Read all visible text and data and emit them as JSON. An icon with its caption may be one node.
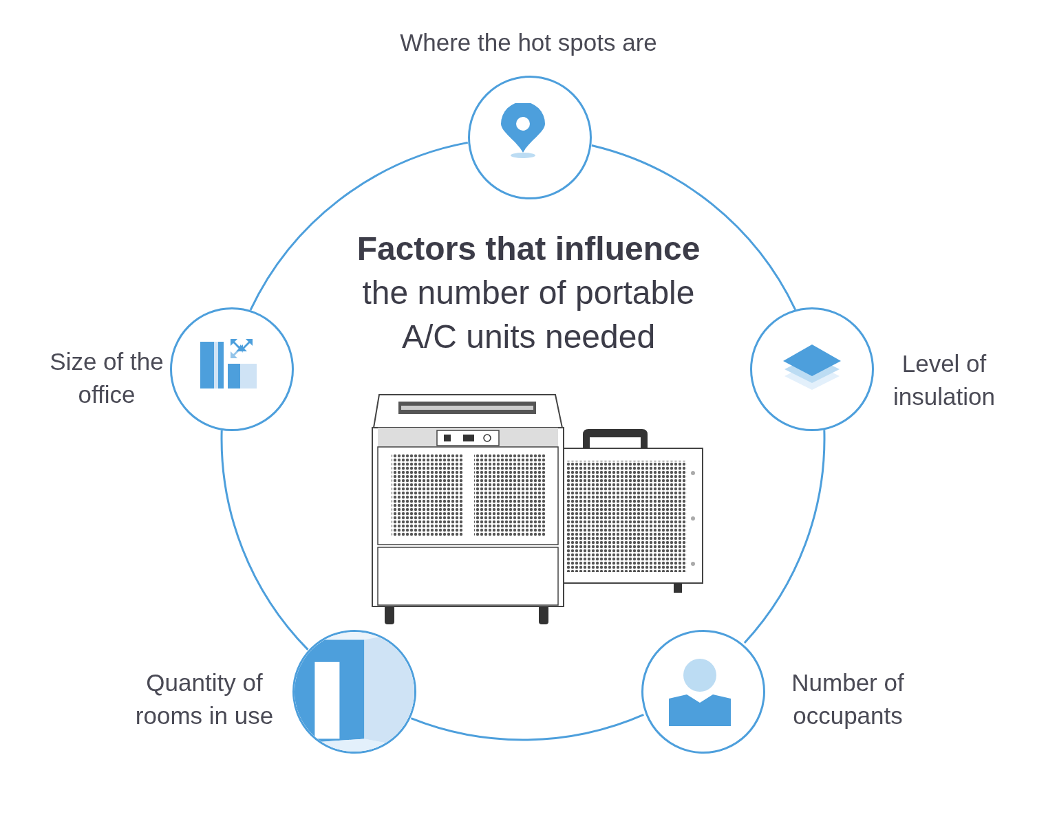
{
  "diagram": {
    "title": "**Factors that influence** the number of portable A/C units needed",
    "nodes": [
      {
        "text": [],
        "shape": "picture",
        "beside": [
          "Where the hot spots are"
        ]
      },
      {
        "text": [],
        "shape": "picture",
        "beside": [
          "Size of the office"
        ]
      },
      {
        "text": [],
        "shape": "picture",
        "beside": [
          "Level of insulation"
        ]
      },
      {
        "text": [],
        "shape": "picture",
        "beside": [
          "Quantity of rooms in use"
        ]
      },
      {
        "text": [],
        "shape": "picture",
        "beside": [
          "Number of occupants"
        ]
      }
    ],
    "edges": [
      {
        "from": 0,
        "to": 2,
        "arrow": "none"
      },
      {
        "from": 2,
        "to": 4,
        "arrow": "none"
      },
      {
        "from": 4,
        "to": 3,
        "arrow": "none"
      },
      {
        "from": 3,
        "to": 1,
        "arrow": "none"
      },
      {
        "from": 1,
        "to": 0,
        "arrow": "none"
      }
    ]
  }
}
